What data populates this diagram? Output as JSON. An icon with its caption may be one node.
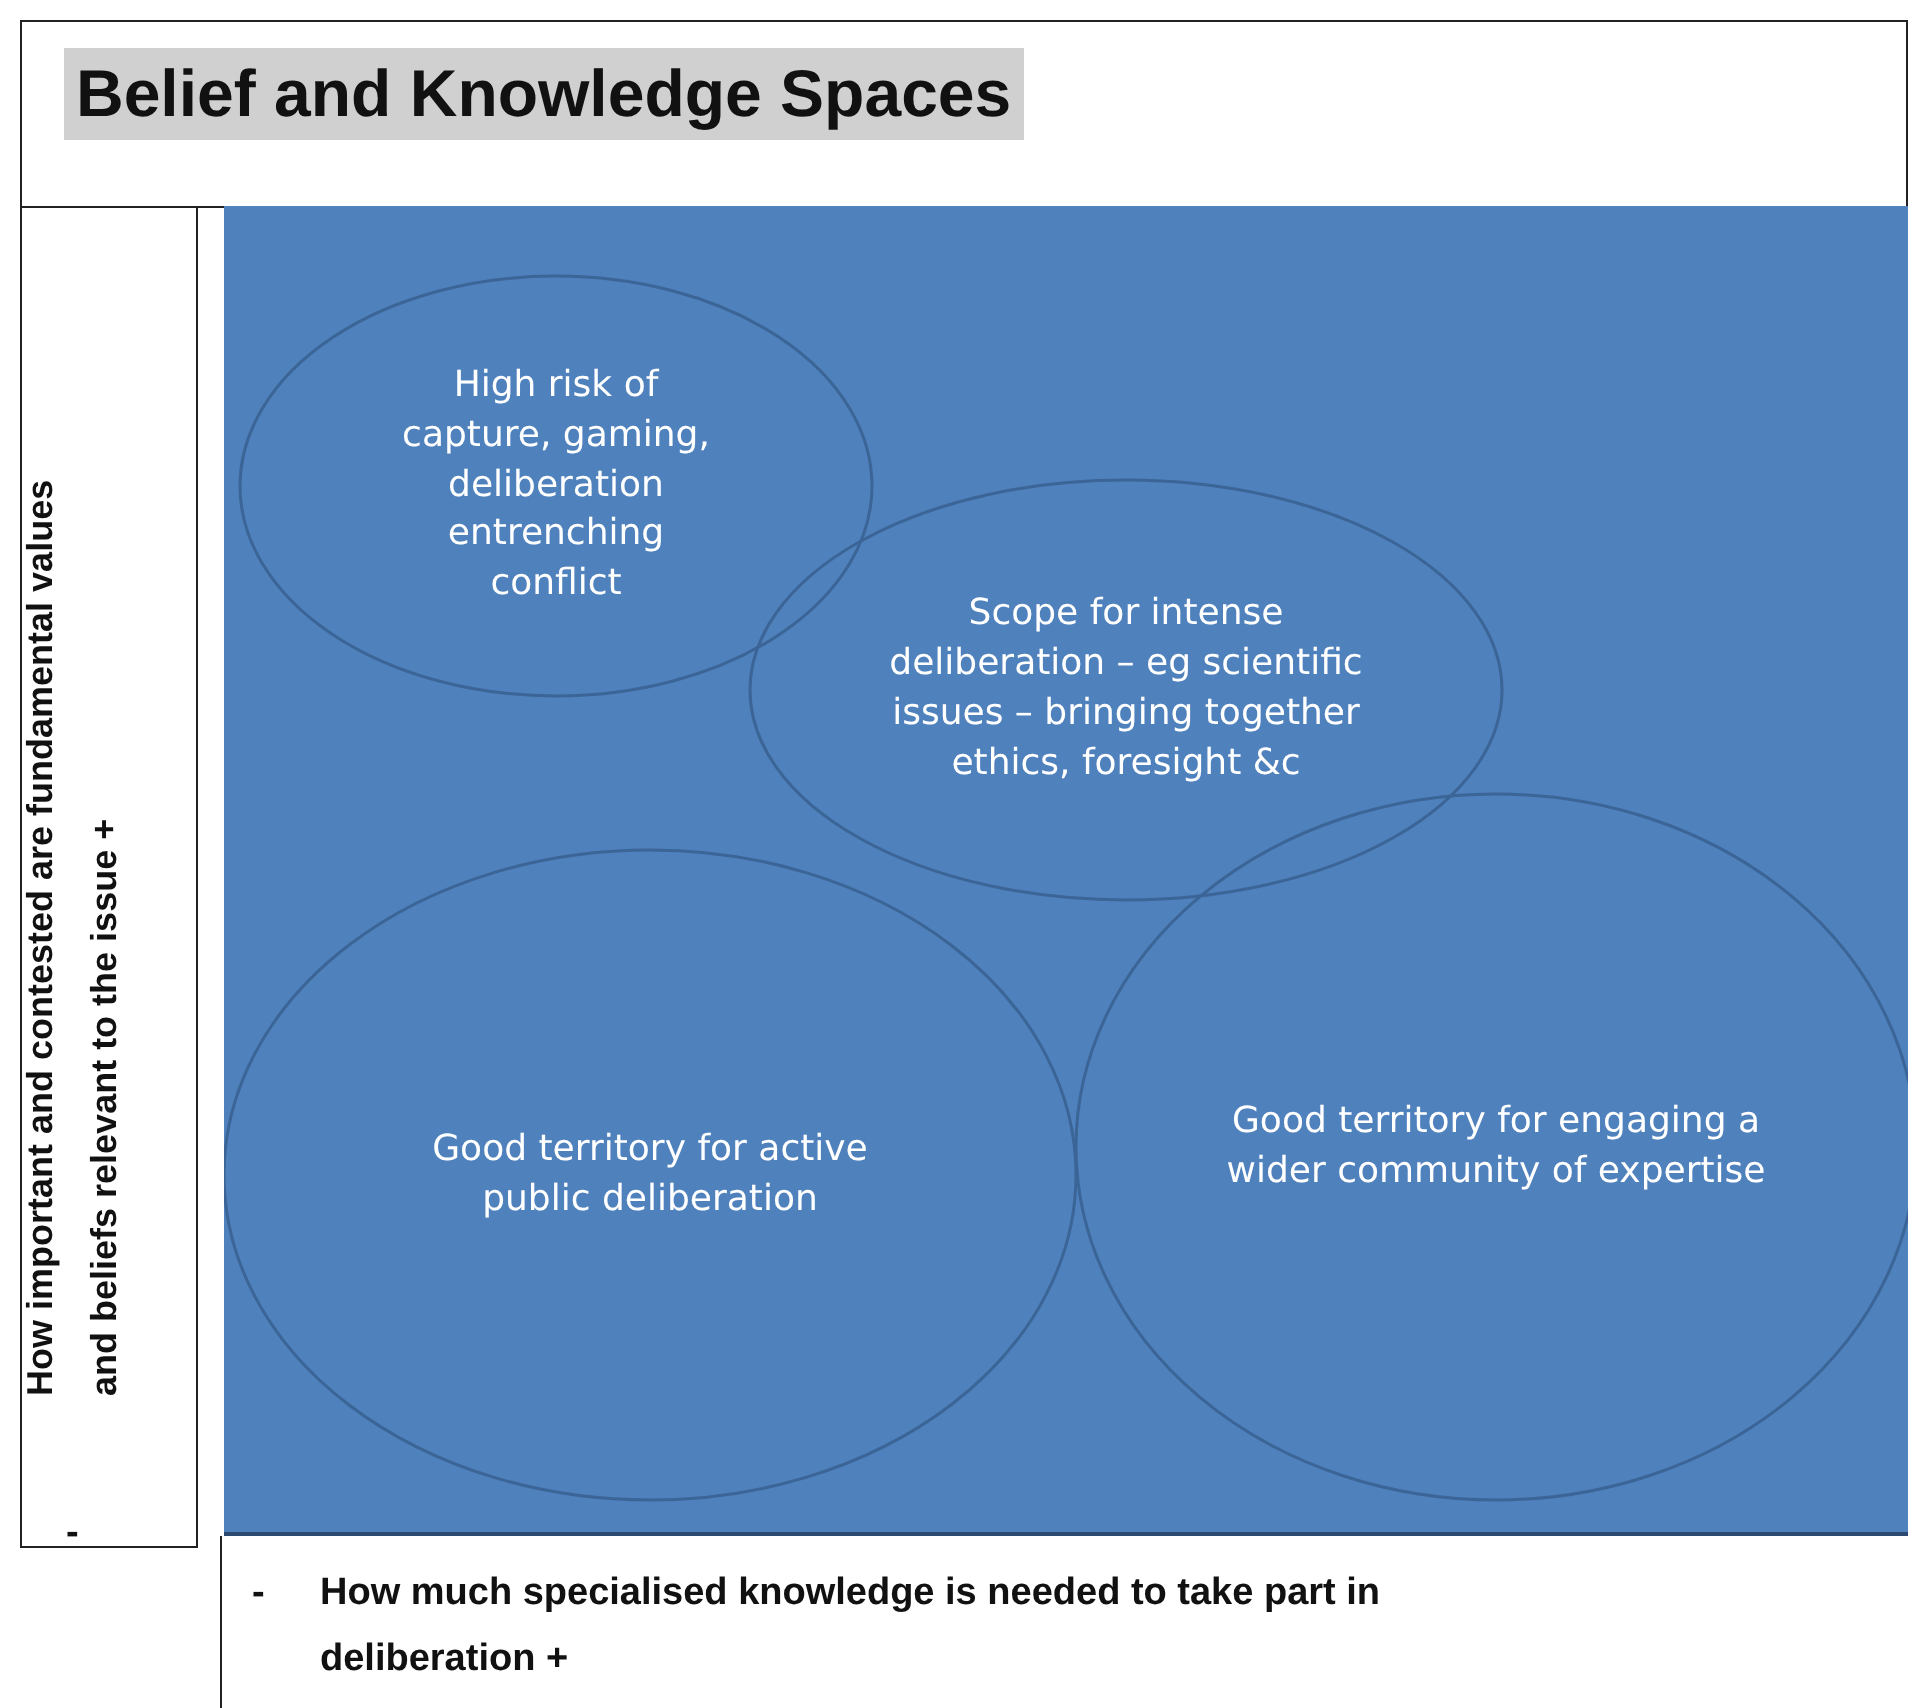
{
  "diagram": {
    "title": "Belief and Knowledge Spaces",
    "nodes": [
      {
        "text": [
          "High risk of capture, gaming, deliberation entrenching conflict"
        ]
      },
      {
        "text": [
          "Scope for intense deliberation – eg scientific issues – bringing together ethics, foresight &c"
        ]
      },
      {
        "text": [
          "Good territory for active public deliberation"
        ]
      },
      {
        "text": [
          "Good territory for engaging a wider community of expertise"
        ]
      }
    ],
    "labels": [
      "How important and contested are fundamental values and beliefs relevant to the issue +",
      "-",
      "-",
      "How much specialised knowledge is needed to take part in deliberation +"
    ]
  }
}
